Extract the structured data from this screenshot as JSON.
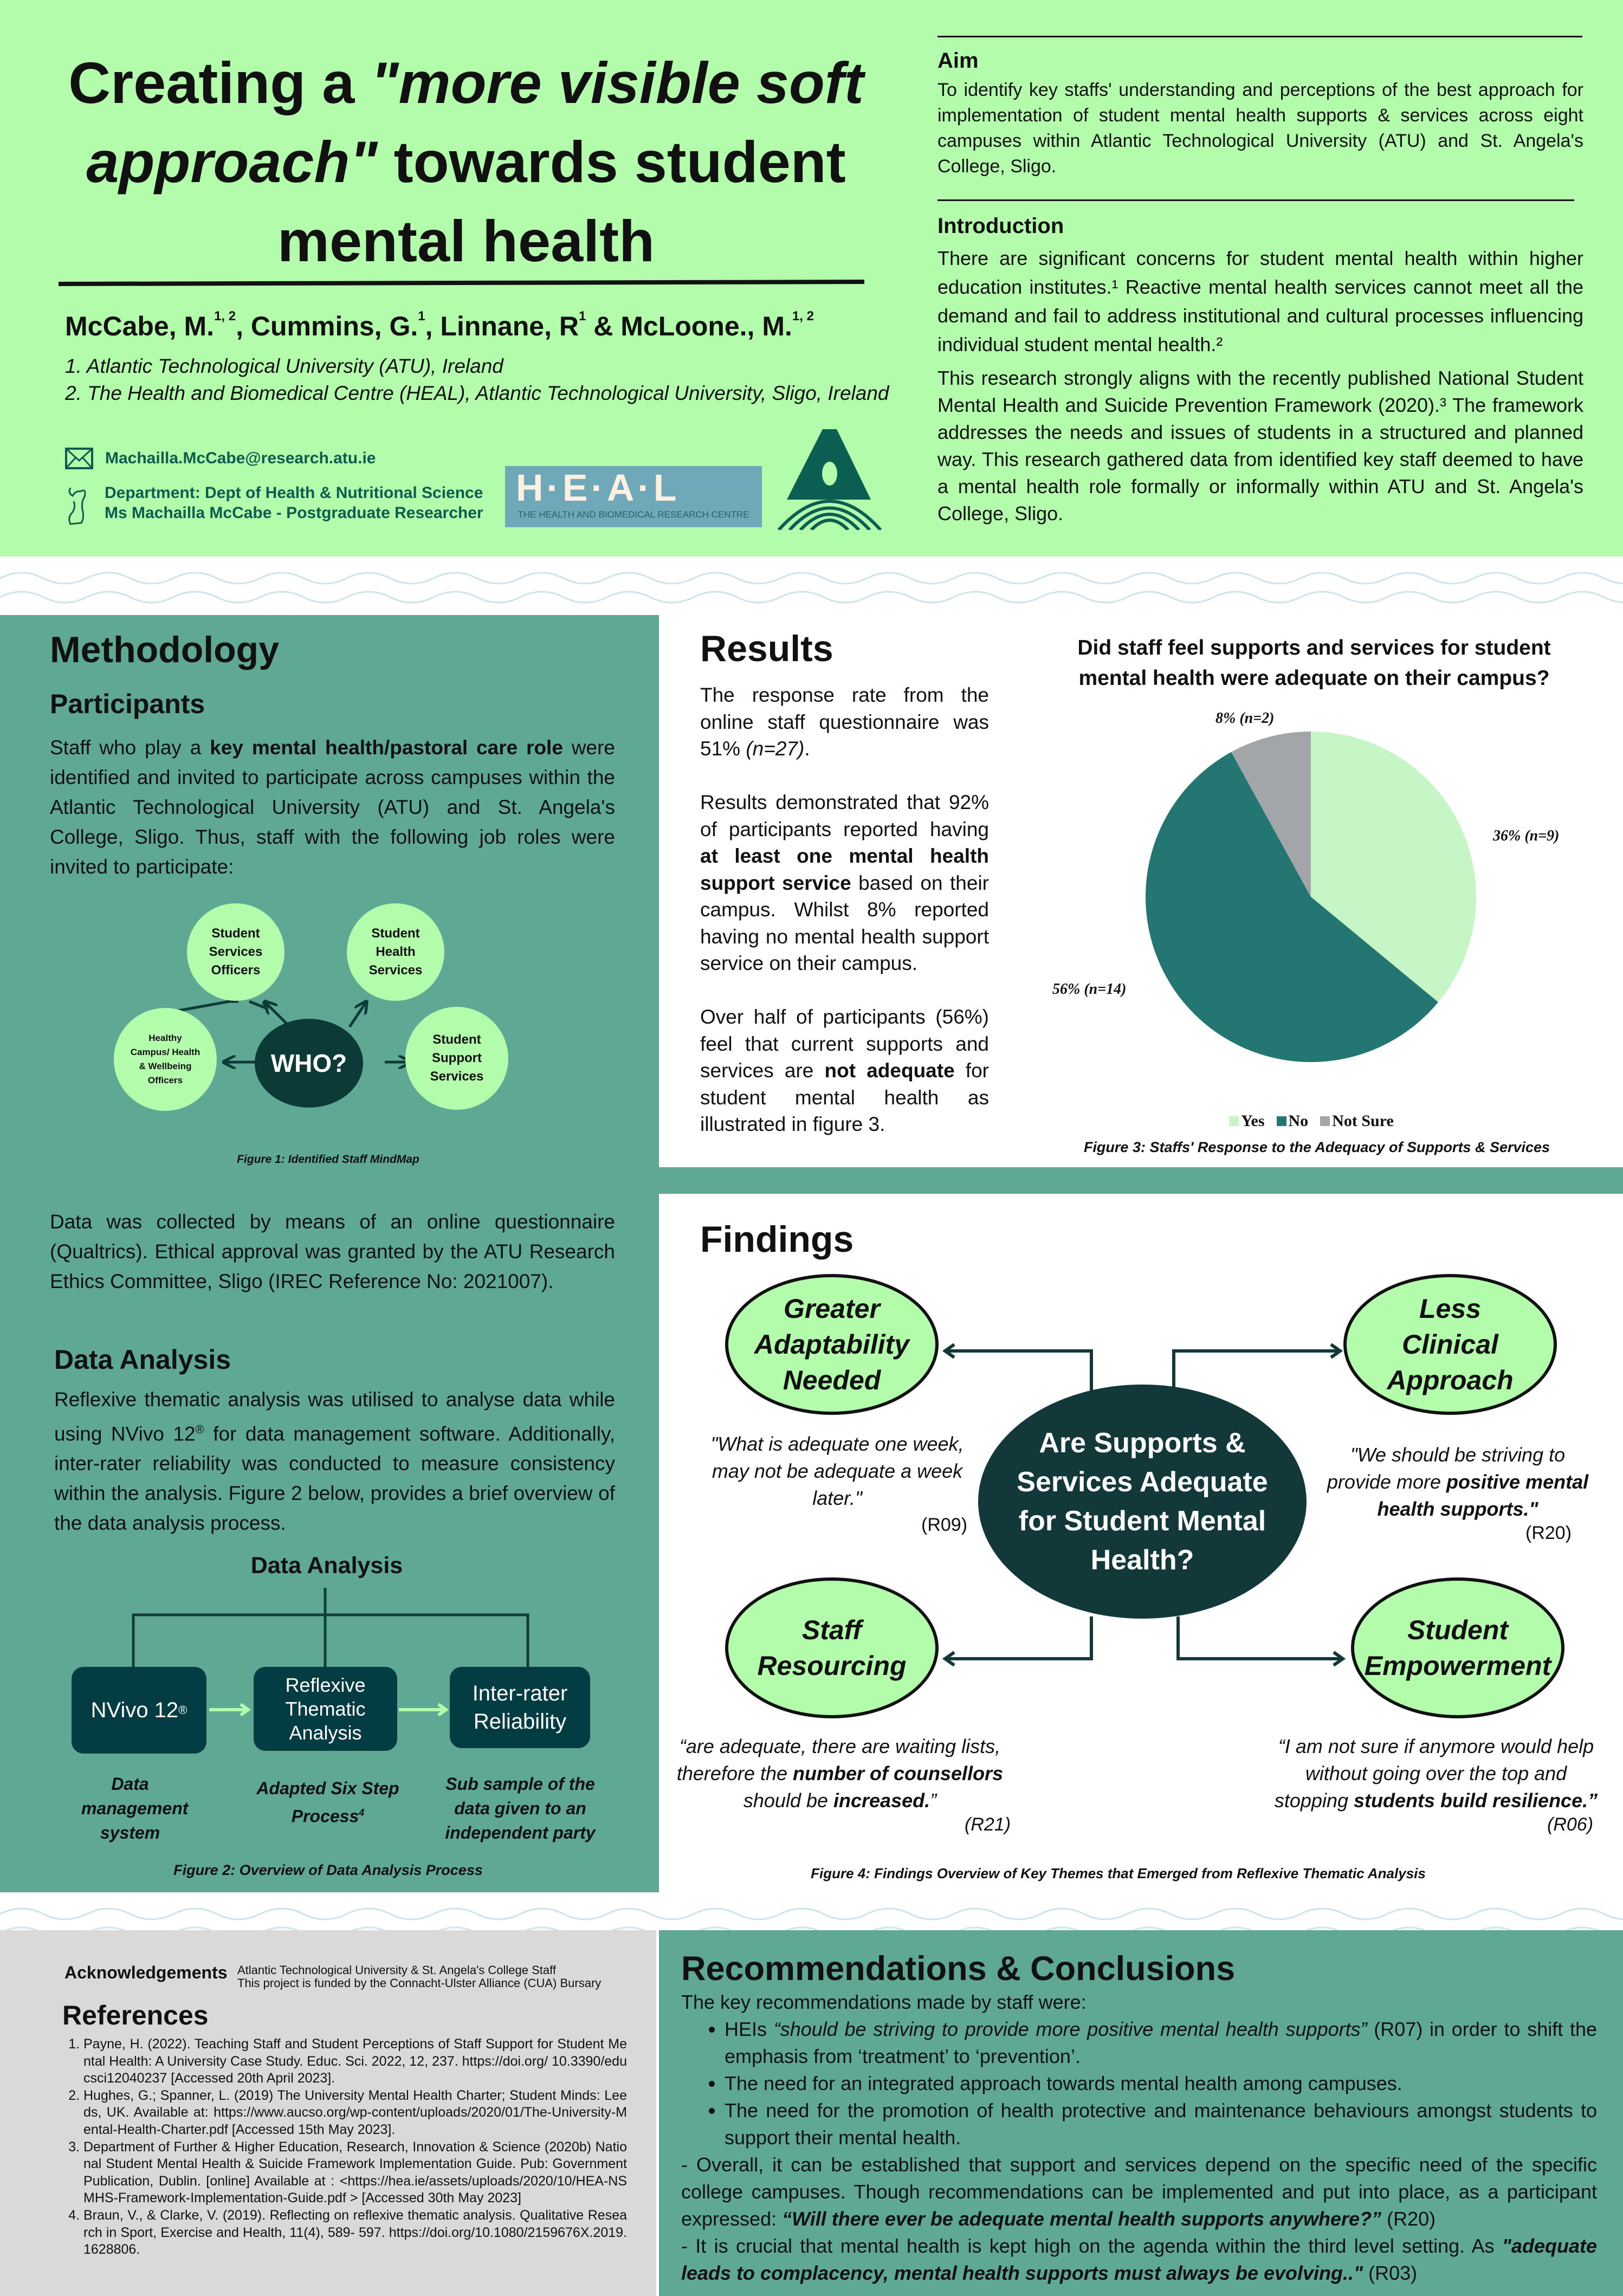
{
  "header": {
    "title_lines": [
      "Creating a",
      "\"more visible soft",
      "approach\"",
      "towards student",
      "mental health"
    ],
    "authors": [
      {
        "name": "McCabe, M.",
        "sup": "1, 2"
      },
      {
        "name": ", Cummins, G.",
        "sup": "1"
      },
      {
        "name": ", Linnane, R",
        "sup": "1"
      },
      {
        "name": " & McLoone., M.",
        "sup": "1, 2"
      }
    ],
    "affiliations": [
      "1. Atlantic Technological University (ATU), Ireland",
      "2. The Health and Biomedical Centre (HEAL), Atlantic Technological University, Sligo, Ireland"
    ],
    "email": "Machailla.McCabe@research.atu.ie",
    "department": "Department: Dept of Health & Nutritional Science",
    "researcher": "Ms Machailla McCabe - Postgraduate Researcher",
    "heal_logo": {
      "letters": "H·E·A·L",
      "subtitle": "THE HEALTH AND BIOMEDICAL RESEARCH CENTRE"
    }
  },
  "aim": {
    "heading": "Aim",
    "text": "To identify key staffs' understanding and perceptions of the best approach for implementation of student mental health supports & services across eight campuses within Atlantic Technological University (ATU) and St. Angela's College, Sligo."
  },
  "introduction": {
    "heading": "Introduction",
    "p1": "There are significant concerns for student mental health within higher education institutes.¹ Reactive mental health services cannot meet all the demand and fail to address institutional and cultural processes influencing individual student mental health.²",
    "p2": "This research strongly aligns with the recently published National Student Mental Health and Suicide Prevention Framework (2020).³ The framework addresses the  needs and issues of students in a structured and planned way. This research gathered data from identified key staff deemed to have a mental health role formally or informally within ATU and St. Angela's College, Sligo."
  },
  "methodology": {
    "heading": "Methodology",
    "participants_heading": "Participants",
    "p1": [
      "Staff who play a ",
      "key mental health/pastoral care role",
      " were identified and invited to participate across campuses within the Atlantic Technological University (ATU) and St. Angela's College, Sligo. Thus, staff with the following job roles were invited to participate:"
    ],
    "mindmap": {
      "center": "WHO?",
      "roles": [
        "Student Services Officers",
        "Student Health Services",
        "Healthy Campus/ Health & Wellbeing Officers",
        "Student Support Services"
      ]
    },
    "fig1_caption": "Figure 1: Identified Staff MindMap",
    "p2": "Data was collected by means of  an online questionnaire (Qualtrics). Ethical approval was granted by the ATU Research Ethics Committee, Sligo  (IREC Reference No: 2021007).",
    "data_analysis_heading": "Data Analysis",
    "p3": [
      "Reflexive thematic analysis was utilised to analyse data while using NVivo 12",
      "®",
      " for data management software. Additionally, inter-rater reliability was conducted to measure consistency within the analysis. Figure 2 below, provides a brief overview of the data analysis process."
    ],
    "fig2": {
      "title": "Data Analysis",
      "steps": [
        {
          "box": "NVivo 12",
          "sup": "®",
          "label": "Data management system"
        },
        {
          "box": "Reflexive Thematic Analysis",
          "sup": "",
          "label": "Adapted Six Step Process",
          "label_sup": "4"
        },
        {
          "box": "Inter-rater Reliability",
          "sup": "",
          "label": "Sub sample of the data given to an independent party"
        }
      ],
      "caption": "Figure 2: Overview of Data Analysis Process"
    }
  },
  "results": {
    "heading": "Results",
    "p1": [
      "The response rate from the online staff questionnaire was 51% ",
      "(n=27)",
      "."
    ],
    "p2": [
      "Results demonstrated that 92% of participants reported having ",
      "at least one mental health support service",
      " based on their campus. Whilst 8%  reported having no mental health support service on their campus."
    ],
    "p3": [
      "Over half of participants (56%) feel that current supports and services are ",
      "not adequate",
      " for student mental health as illustrated in figure 3."
    ]
  },
  "chart_data": {
    "type": "pie",
    "title": "Did staff feel supports and services for student mental health were adequate on their campus?",
    "categories": [
      "Yes",
      "No",
      "Not Sure"
    ],
    "values": [
      36,
      56,
      8
    ],
    "counts": [
      9,
      14,
      2
    ],
    "labels": [
      "36% (n=9)",
      "56% (n=14)",
      "8% (n=2)"
    ],
    "colors": [
      "#c6f5c6",
      "#237671",
      "#a3a6a8"
    ],
    "legend": "bottom",
    "caption": "Figure 3: Staffs' Response to the Adequacy of Supports & Services"
  },
  "findings": {
    "heading": "Findings",
    "center": "Are Supports & Services Adequate for Student Mental Health?",
    "themes": [
      {
        "title": "Greater Adaptability Needed",
        "quote": [
          "\"What is adequate one week, may not be adequate a week later.\"",
          "",
          ""
        ],
        "ref": "(R09)"
      },
      {
        "title": "Less Clinical Approach",
        "quote": [
          "\"We should be striving to provide more ",
          "positive mental health supports.\"",
          ""
        ],
        "ref": "(R20)"
      },
      {
        "title": "Staff Resourcing",
        "quote": [
          "“are adequate, there are waiting lists, therefore the ",
          "number of counsellors",
          " should be ",
          "increased.",
          "”"
        ],
        "ref": "(R21)"
      },
      {
        "title": "Student Empowerment",
        "quote": [
          "“I am not sure if anymore would help without going over the top and stopping ",
          "students build resilience.”",
          ""
        ],
        "ref": "(R06)"
      }
    ],
    "caption": "Figure 4: Findings Overview of Key Themes that Emerged from Reflexive Thematic Analysis"
  },
  "acknowledgements": {
    "heading": "Acknowledgements",
    "lines": [
      "Atlantic Technological University & St. Angela's College Staff",
      "This project is funded by the Connacht-Ulster Alliance (CUA) Bursary"
    ]
  },
  "references": {
    "heading": "References",
    "items": [
      "Payne, H. (2022). Teaching Staff and Student Perceptions of Staff Support for Student Mental Health: A University Case Study. Educ. Sci. 2022, 12, 237. https://doi.org/ 10.3390/educsci12040237 [Accessed 20th April 2023].",
      "Hughes, G.; Spanner, L. (2019) The University Mental Health Charter; Student Minds: Leeds, UK. Available at: https://www.aucso.org/wp-content/uploads/2020/01/The-University-Mental-Health-Charter.pdf [Accessed 15th May 2023].",
      "Department of Further & Higher Education, Research, Innovation & Science (2020b) National Student Mental Health & Suicide Framework Implementation Guide. Pub: Government Publication, Dublin. [online] Available at : <https://hea.ie/assets/uploads/2020/10/HEA-NSMHS-Framework-Implementation-Guide.pdf > [Accessed 30th May 2023]",
      "Braun, V., & Clarke, V. (2019). Reflecting on reflexive thematic analysis. Qualitative Research in Sport, Exercise and Health, 11(4), 589- 597. https://doi.org/10.1080/2159676X.2019.1628806."
    ]
  },
  "recommendations": {
    "heading": "Recommendations & Conclusions",
    "intro": "The key recommendations made by staff were:",
    "bullets": [
      [
        "HEIs ",
        "“should be striving to provide more positive mental health supports”",
        " (R07) in order to shift the emphasis from ‘treatment’ to ‘prevention’."
      ],
      [
        "The need for an integrated approach towards mental health among campuses.",
        "",
        ""
      ],
      [
        "The need for the promotion of health protective and maintenance behaviours amongst students to support their mental health.",
        "",
        ""
      ]
    ],
    "c1": [
      "- Overall, it can be established that support and services depend on the specific need of the specific college campuses. Though recommendations can be implemented and put into place, as a participant expressed: ",
      "“Will there ever be adequate mental health supports anywhere?”",
      " (R20)"
    ],
    "c2": [
      "- It is crucial that mental health is kept high on the agenda within the third level setting. As ",
      "\"adequate leads to complacency, mental health supports must always be evolving..\"",
      " (R03)"
    ]
  }
}
